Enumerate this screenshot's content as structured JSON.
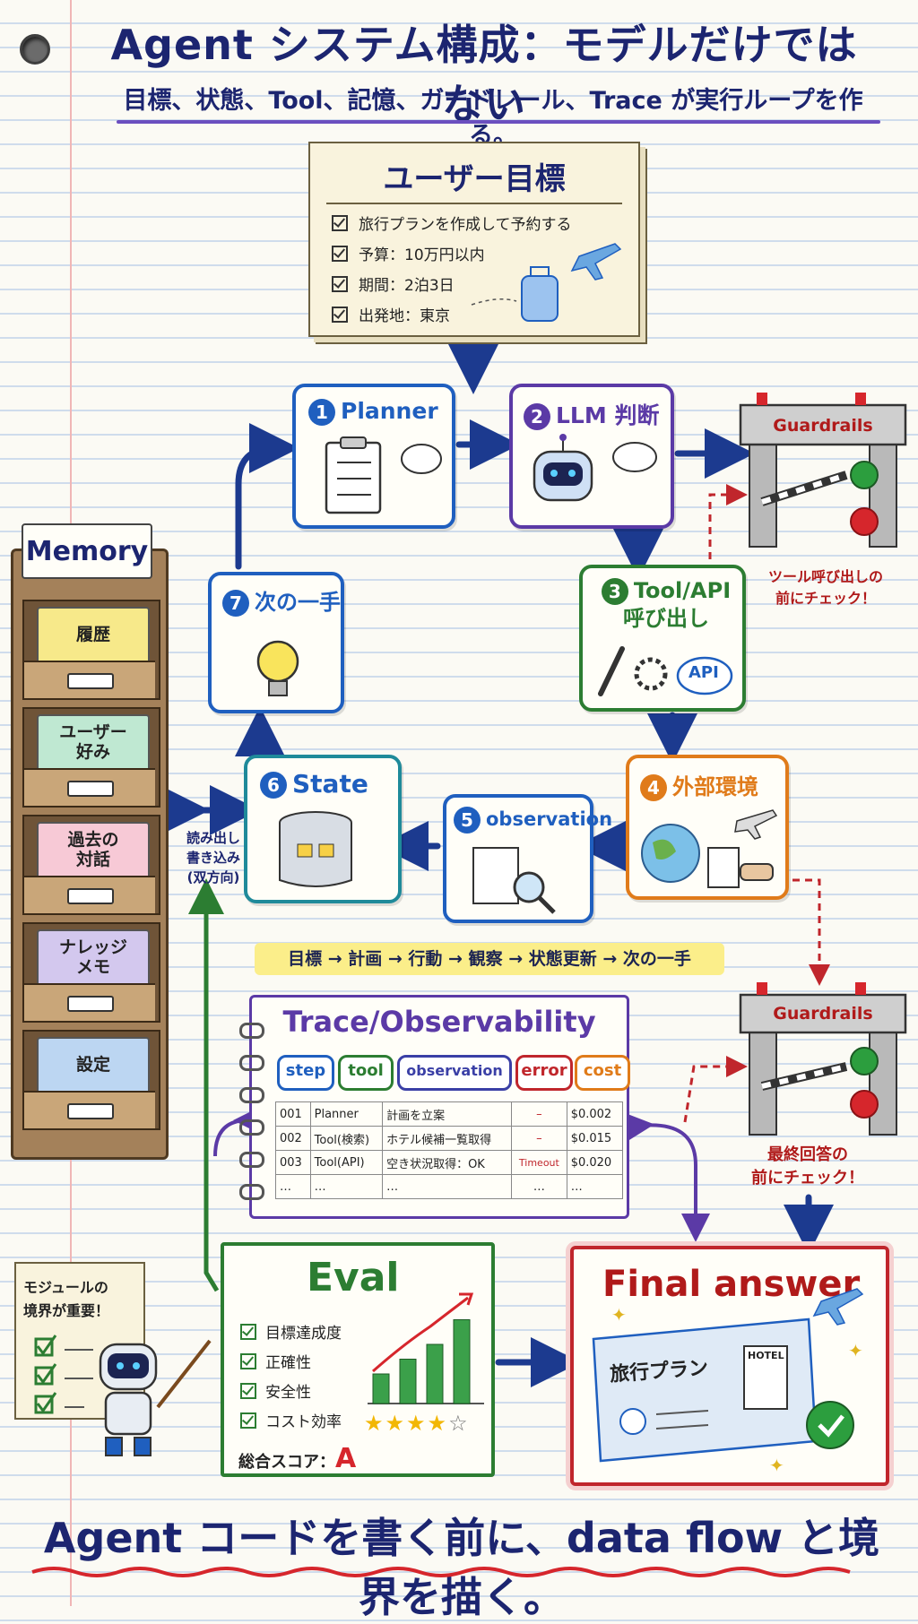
{
  "header": {
    "title": "Agent システム構成：モデルだけではない",
    "subtitle": "目標、状態、Tool、記憶、ガードレール、Trace が実行ループを作る。"
  },
  "goal": {
    "title": "ユーザー目標",
    "items": [
      "旅行プランを作成して予約する",
      "予算：10万円以内",
      "期間：2泊3日",
      "出発地：東京"
    ]
  },
  "nodes": {
    "planner": {
      "num": "1",
      "label": "Planner"
    },
    "llm": {
      "num": "2",
      "label": "LLM 判断"
    },
    "tool": {
      "num": "3",
      "label_line1": "Tool/API",
      "label_line2": "呼び出し",
      "api": "API"
    },
    "env": {
      "num": "4",
      "label": "外部環境"
    },
    "observation": {
      "num": "5",
      "label": "observation"
    },
    "state": {
      "num": "6",
      "label": "State"
    },
    "next": {
      "num": "7",
      "label": "次の一手"
    }
  },
  "guardrails": {
    "label": "Guardrails",
    "top_note_line1": "ツール呼び出しの",
    "top_note_line2": "前にチェック！",
    "bottom_note_line1": "最終回答の",
    "bottom_note_line2": "前にチェック！"
  },
  "memory": {
    "label": "Memory",
    "drawers": [
      {
        "line1": "履歴",
        "line2": "",
        "color": "#f7e98a"
      },
      {
        "line1": "ユーザー",
        "line2": "好み",
        "color": "#bfe8d2"
      },
      {
        "line1": "過去の",
        "line2": "対話",
        "color": "#f7c9d6"
      },
      {
        "line1": "ナレッジ",
        "line2": "メモ",
        "color": "#d3c8ee"
      },
      {
        "line1": "設定",
        "line2": "",
        "color": "#bcd6f2"
      }
    ],
    "rw_line1": "読み出し",
    "rw_line2": "書き込み",
    "rw_line3": "(双方向)"
  },
  "flow_strip": "目標 → 計画 → 行動 → 観察 → 状態更新 → 次の一手",
  "trace": {
    "title": "Trace/Observability",
    "tags": [
      {
        "label": "step",
        "color": "#1f5fbf"
      },
      {
        "label": "tool",
        "color": "#2c7d32"
      },
      {
        "label": "observation",
        "color": "#3a3fa6"
      },
      {
        "label": "error",
        "color": "#c0262c"
      },
      {
        "label": "cost",
        "color": "#e07b1a"
      }
    ],
    "rows": [
      [
        "001",
        "Planner",
        "計画を立案",
        "–",
        "$0.002"
      ],
      [
        "002",
        "Tool(検索)",
        "ホテル候補一覧取得",
        "–",
        "$0.015"
      ],
      [
        "003",
        "Tool(API)",
        "空き状況取得：OK",
        "Timeout",
        "$0.020"
      ],
      [
        "…",
        "…",
        "…",
        "…",
        "…"
      ]
    ]
  },
  "eval": {
    "title": "Eval",
    "items": [
      "目標達成度",
      "正確性",
      "安全性",
      "コスト効率"
    ],
    "score_label": "総合スコア：",
    "score": "A",
    "stars": 4,
    "bars": [
      0.3,
      0.45,
      0.6,
      0.85
    ]
  },
  "final": {
    "title": "Final answer",
    "ticket_text": "旅行プラン",
    "hotel": "HOTEL"
  },
  "note": {
    "line1": "モジュールの",
    "line2": "境界が重要！"
  },
  "footer": "Agent コードを書く前に、data flow と境界を描く。",
  "colors": {
    "navy": "#1c2570",
    "blue": "#1f5fbf",
    "purple": "#5b3aa6",
    "green": "#2c7d32",
    "orange": "#e07b1a",
    "red": "#c0262c"
  }
}
